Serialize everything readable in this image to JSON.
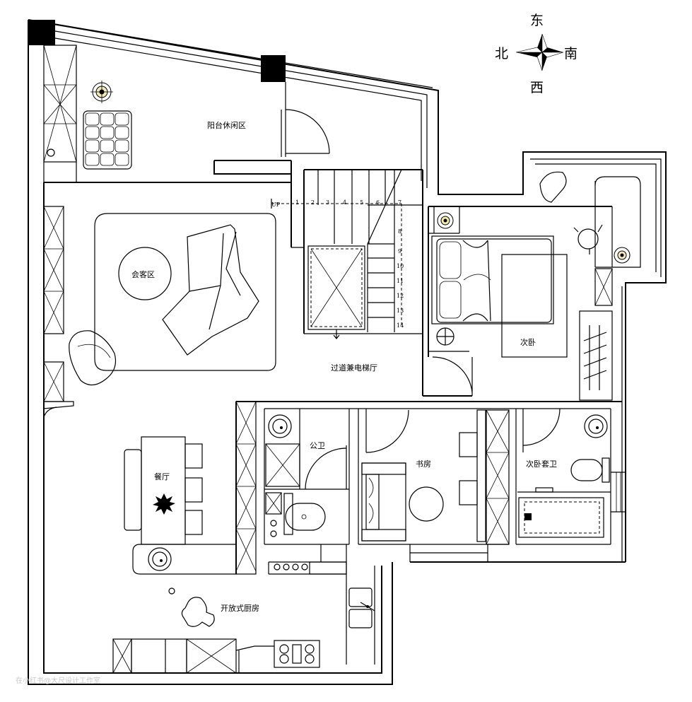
{
  "rooms": {
    "balcony": "阳台休闲区",
    "living": "会客区",
    "hall": "过道兼电梯厅",
    "bedroom2": "次卧",
    "public_bath": "公卫",
    "study": "书房",
    "bedroom2_bath": "次卧套卫",
    "dining": "餐厅",
    "kitchen": "开放式厨房"
  },
  "compass": {
    "north": "北",
    "south": "南",
    "east": "东",
    "west": "西"
  },
  "stairs": {
    "up_label": "UP",
    "steps": [
      "1",
      "2",
      "3",
      "4",
      "5",
      "6",
      "7",
      "8",
      "9",
      "10",
      "11",
      "12",
      "13",
      "14"
    ]
  },
  "watermark": "在小红书@大尺设计工作室"
}
